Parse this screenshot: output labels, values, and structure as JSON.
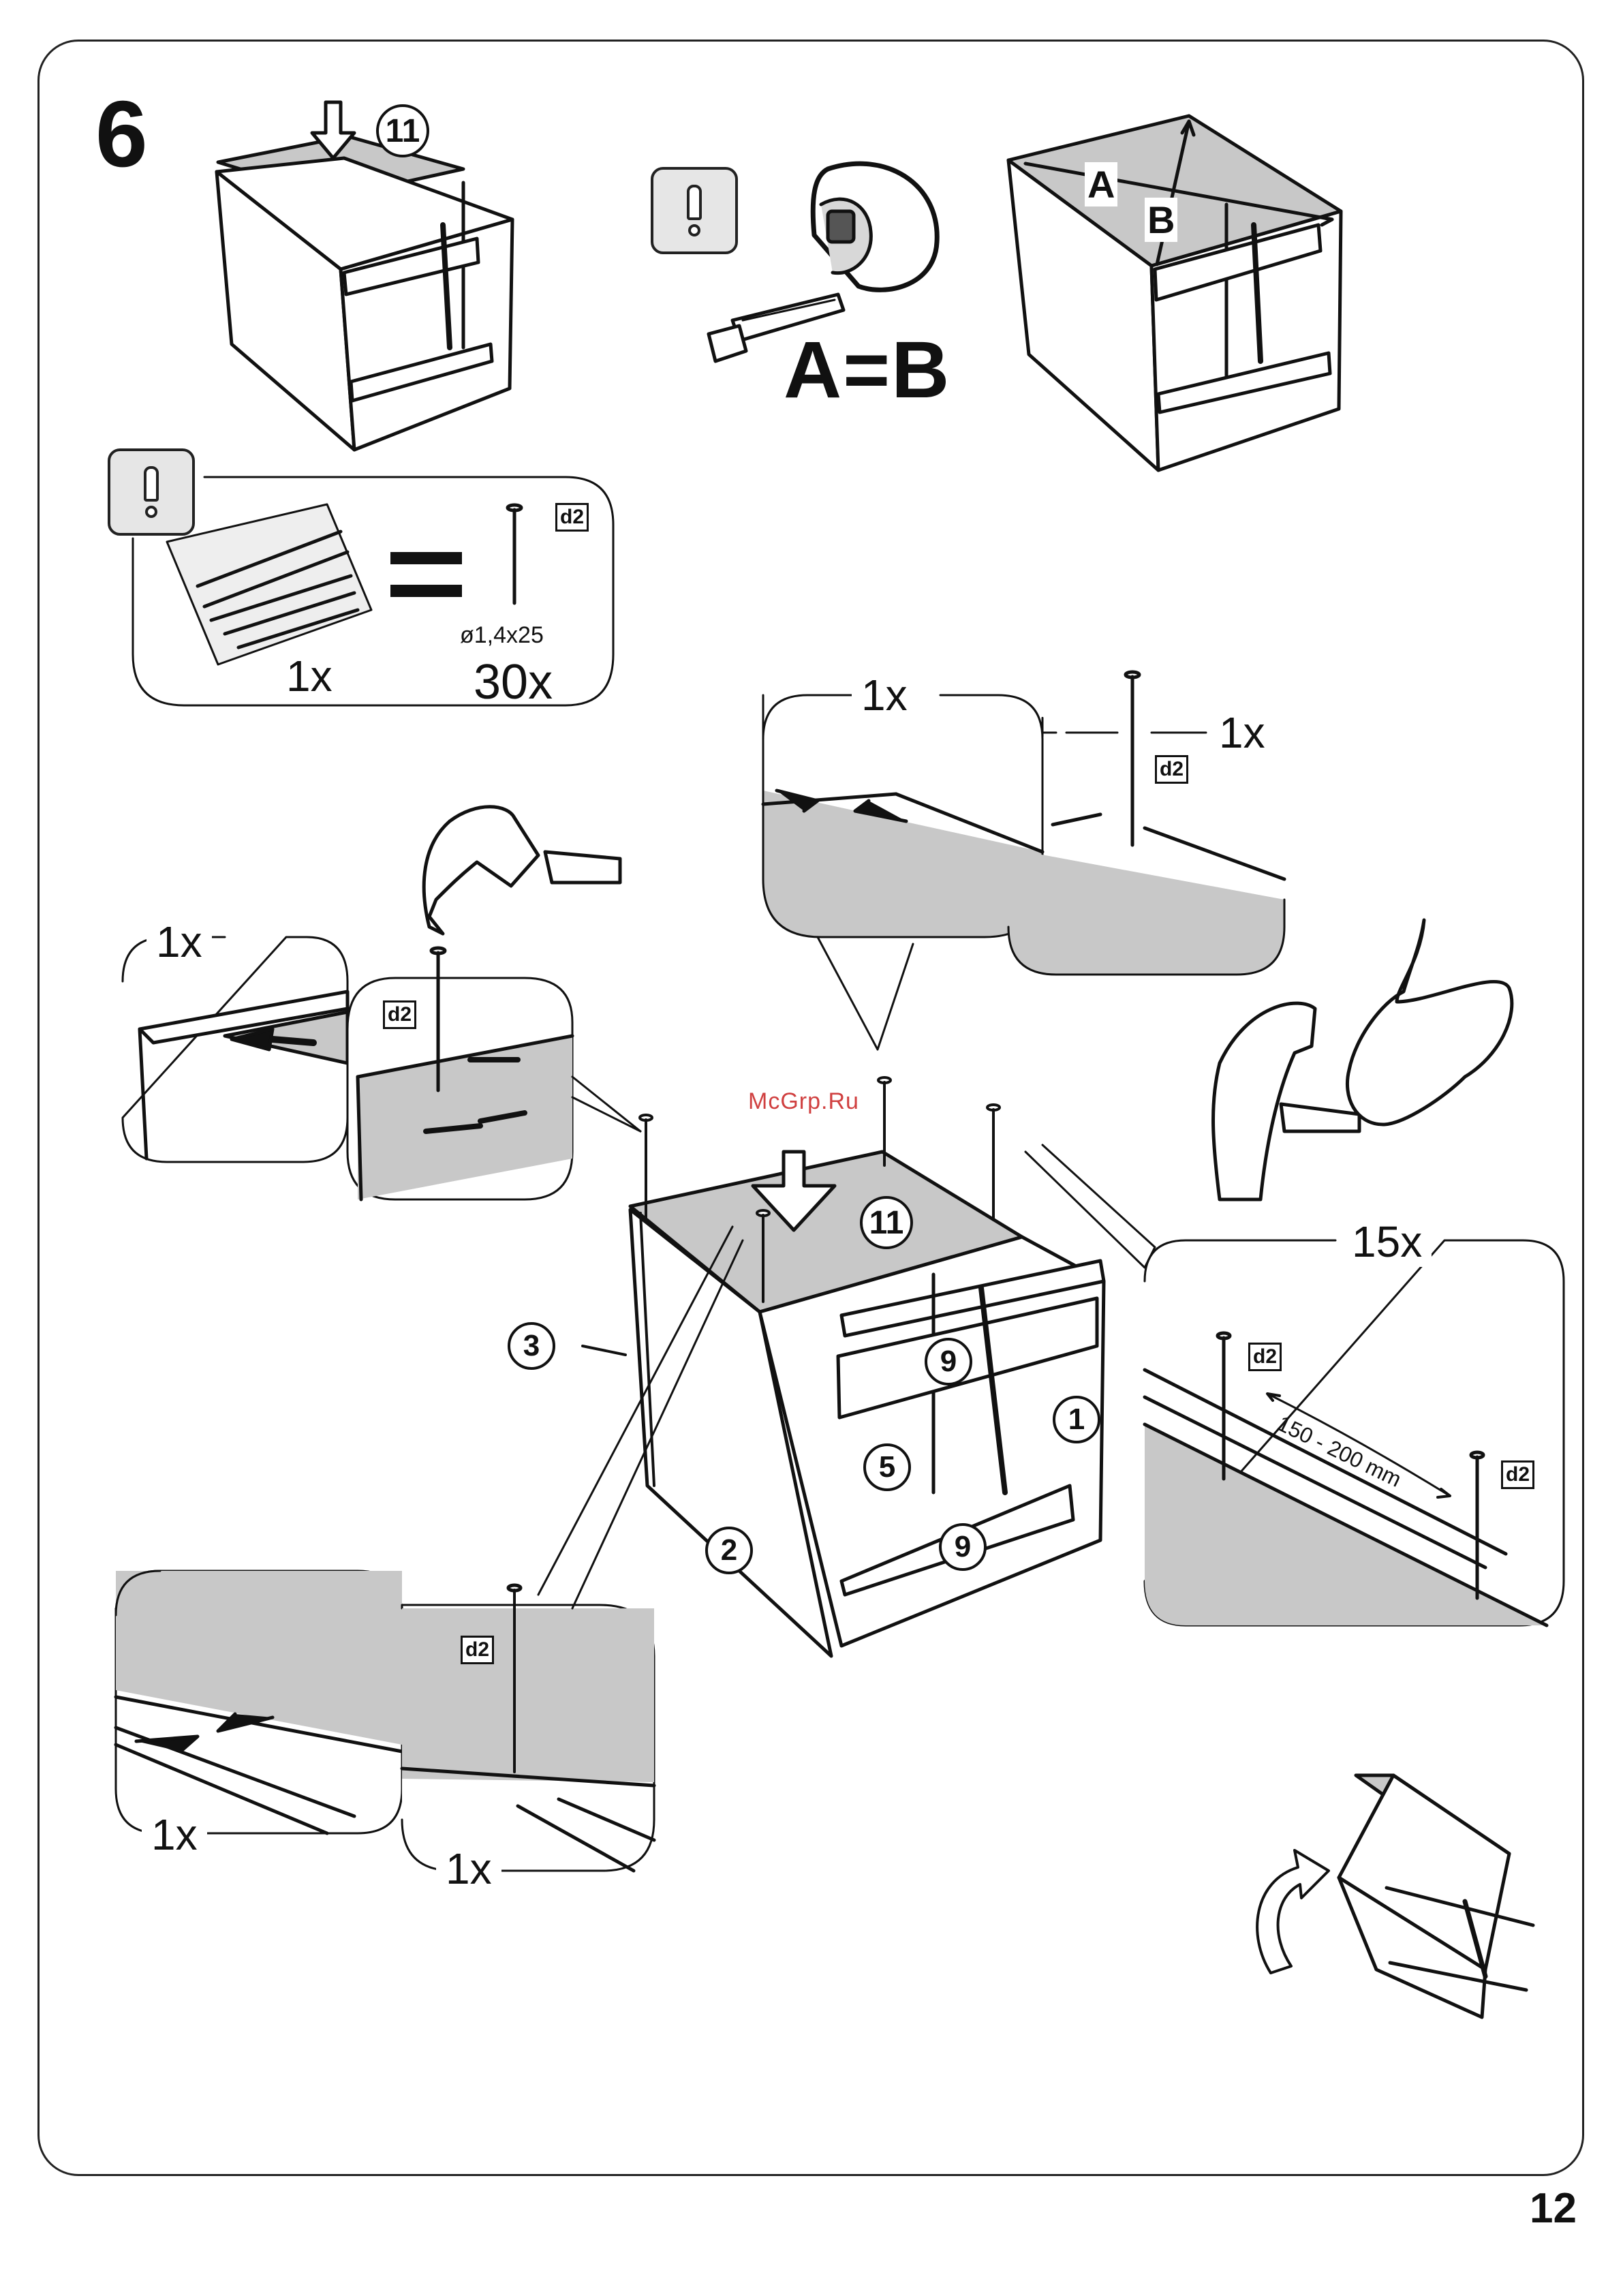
{
  "step": {
    "number": "6"
  },
  "page": {
    "number": "12"
  },
  "watermark": "McGrp.Ru",
  "parts": {
    "top_panel": "11",
    "right_side": "1",
    "back": "2",
    "left_side": "3",
    "middle": "5",
    "rail": "9"
  },
  "diagonal_check": {
    "equation": "A=B",
    "label_a": "A",
    "label_b": "B"
  },
  "fastener": {
    "code": "d2",
    "size": "ø1,4x25",
    "bag_count": "1x",
    "nail_count": "30x"
  },
  "details": {
    "top_center_left": "1x",
    "top_center_right": "1x",
    "left": "1x",
    "right_count": "15x",
    "spacing": "150 - 200 mm",
    "bottom_left": "1x",
    "bottom_right": "1x"
  },
  "colors": {
    "panel_gray": "#c8c8c8",
    "line": "#111111",
    "warning_bg": "#e6e6e6"
  },
  "icons": [
    "warning-icon",
    "tape-measure-icon",
    "nail-bag-icon",
    "nail-icon",
    "hammer-icon",
    "rotate-arrow-icon",
    "down-arrow-icon"
  ]
}
